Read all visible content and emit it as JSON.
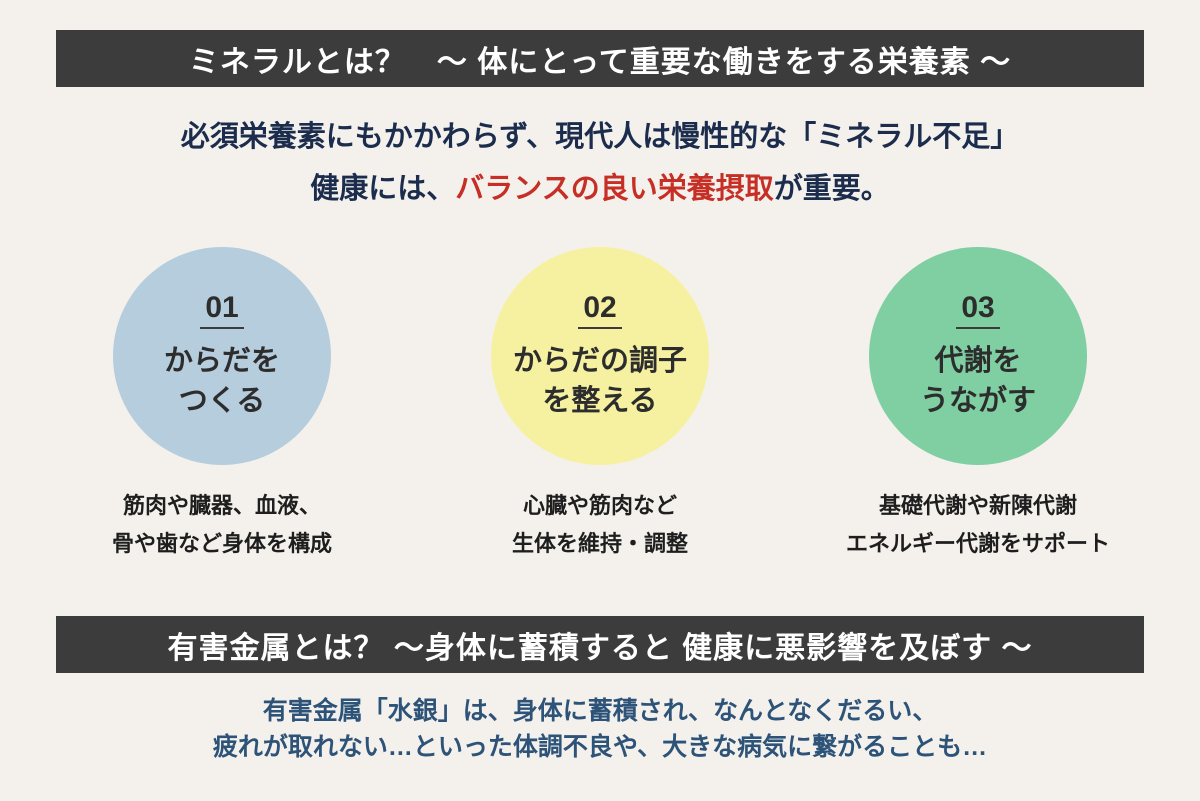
{
  "colors": {
    "page_background": "#f4f1ec",
    "banner_background": "#3c3c3c",
    "banner_text": "#ffffff",
    "intro_text": "#1b2c4d",
    "highlight_red": "#c62f26",
    "circle_text": "#2d2d2d",
    "description_text": "#1e1e1e",
    "footer_text": "#2d5379"
  },
  "section1": {
    "title": "ミネラルとは？　〜 体にとって重要な働きをする栄養素 〜",
    "line1": "必須栄養素にもかかわらず、現代人は慢性的な「ミネラル不足」",
    "line2_prefix": "健康には、",
    "line2_highlight": "バランスの良い栄養摂取",
    "line2_suffix": "が重要。"
  },
  "circles": [
    {
      "number": "01",
      "color": "#b5cddd",
      "title_line1": "からだを",
      "title_line2": "つくる",
      "desc_line1": "筋肉や臓器、血液、",
      "desc_line2": "骨や歯など身体を構成"
    },
    {
      "number": "02",
      "color": "#f6f1a1",
      "title_line1": "からだの調子",
      "title_line2": "を整える",
      "desc_line1": "心臓や筋肉など",
      "desc_line2": "生体を維持・調整"
    },
    {
      "number": "03",
      "color": "#7fcfa2",
      "title_line1": "代謝を",
      "title_line2": "うながす",
      "desc_line1": "基礎代謝や新陳代謝",
      "desc_line2": "エネルギー代謝をサポート"
    }
  ],
  "section2": {
    "title": "有害金属とは？ 〜身体に蓄積すると 健康に悪影響を及ぼす 〜",
    "line1": "有害金属「水銀」は、身体に蓄積され、なんとなくだるい、",
    "line2": "疲れが取れない…といった体調不良や、大きな病気に繋がることも…"
  }
}
